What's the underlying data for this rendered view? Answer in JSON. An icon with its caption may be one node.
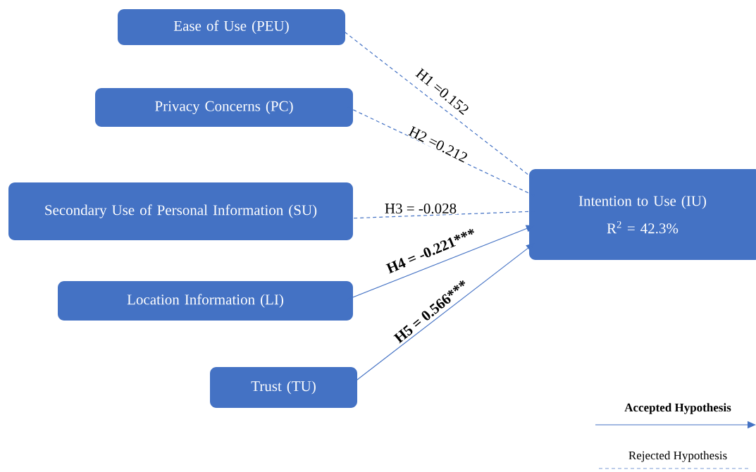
{
  "diagram": {
    "nodes": [
      {
        "text": [
          "Ease of Use (PEU)"
        ]
      },
      {
        "text": [
          "Privacy Concerns (PC)"
        ]
      },
      {
        "text": [
          "Secondary Use of Personal Information (SU)"
        ]
      },
      {
        "text": [
          "Location Information (LI)"
        ]
      },
      {
        "text": [
          "Trust (TU)"
        ]
      },
      {
        "text": [
          "Intention to Use (IU)",
          "R$^{2}$ = 42.3%"
        ]
      }
    ],
    "edges": [
      {
        "from": 0,
        "to": 5,
        "arrow": "none",
        "style": "dashed",
        "label": "H1 =0.152"
      },
      {
        "from": 1,
        "to": 5,
        "arrow": "none",
        "style": "dashed",
        "label": "H2 =0.212"
      },
      {
        "from": 2,
        "to": 5,
        "arrow": "none",
        "style": "dashed",
        "label": "H3 = -0.028"
      },
      {
        "from": 3,
        "to": 5,
        "arrow": "to",
        "label": "H4 = -0.221***"
      },
      {
        "from": 4,
        "to": 5,
        "arrow": "to",
        "label": "H5 = 0.566***"
      }
    ],
    "legend": [
      {
        "text": "Accepted Hypothesis"
      },
      {
        "text": "Rejected Hypothesis"
      }
    ]
  }
}
